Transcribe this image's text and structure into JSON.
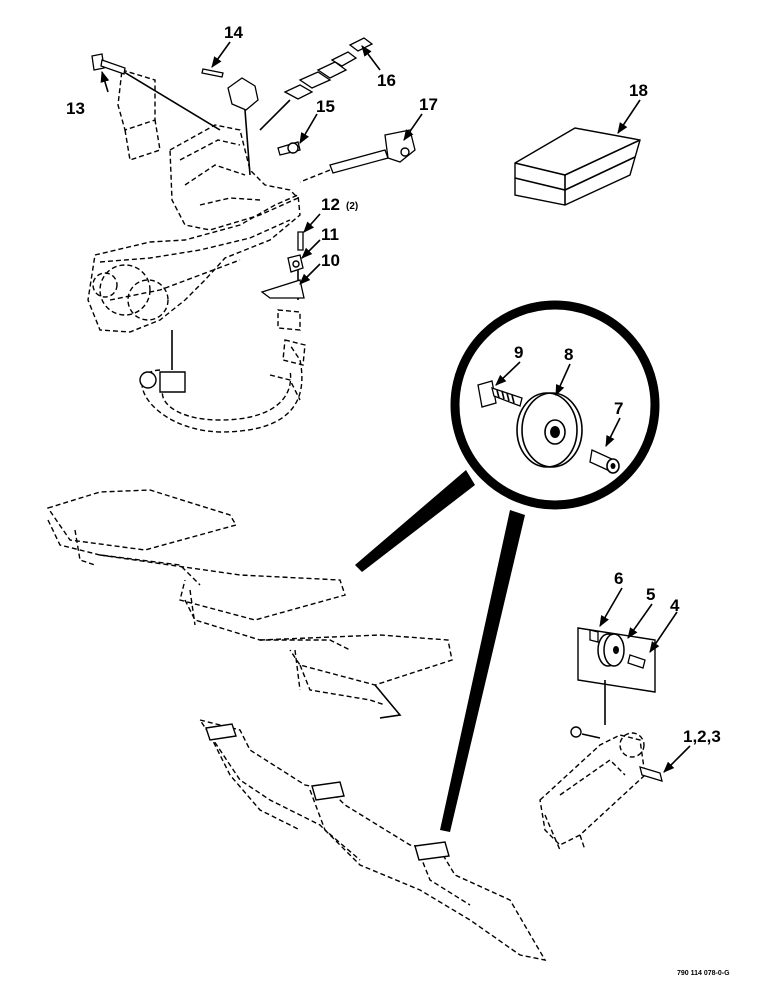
{
  "figure_ref": "790 114 078-0-G",
  "callouts": [
    {
      "id": "c13",
      "label": "13"
    },
    {
      "id": "c14",
      "label": "14"
    },
    {
      "id": "c15",
      "label": "15"
    },
    {
      "id": "c16",
      "label": "16"
    },
    {
      "id": "c17",
      "label": "17"
    },
    {
      "id": "c18",
      "label": "18"
    },
    {
      "id": "c12",
      "label": "12",
      "qty": "(2)"
    },
    {
      "id": "c11",
      "label": "11"
    },
    {
      "id": "c10",
      "label": "10"
    },
    {
      "id": "c9",
      "label": "9"
    },
    {
      "id": "c8",
      "label": "8"
    },
    {
      "id": "c7",
      "label": "7"
    },
    {
      "id": "c6",
      "label": "6"
    },
    {
      "id": "c5",
      "label": "5"
    },
    {
      "id": "c4",
      "label": "4"
    },
    {
      "id": "c123",
      "label": "1,2,3"
    }
  ]
}
